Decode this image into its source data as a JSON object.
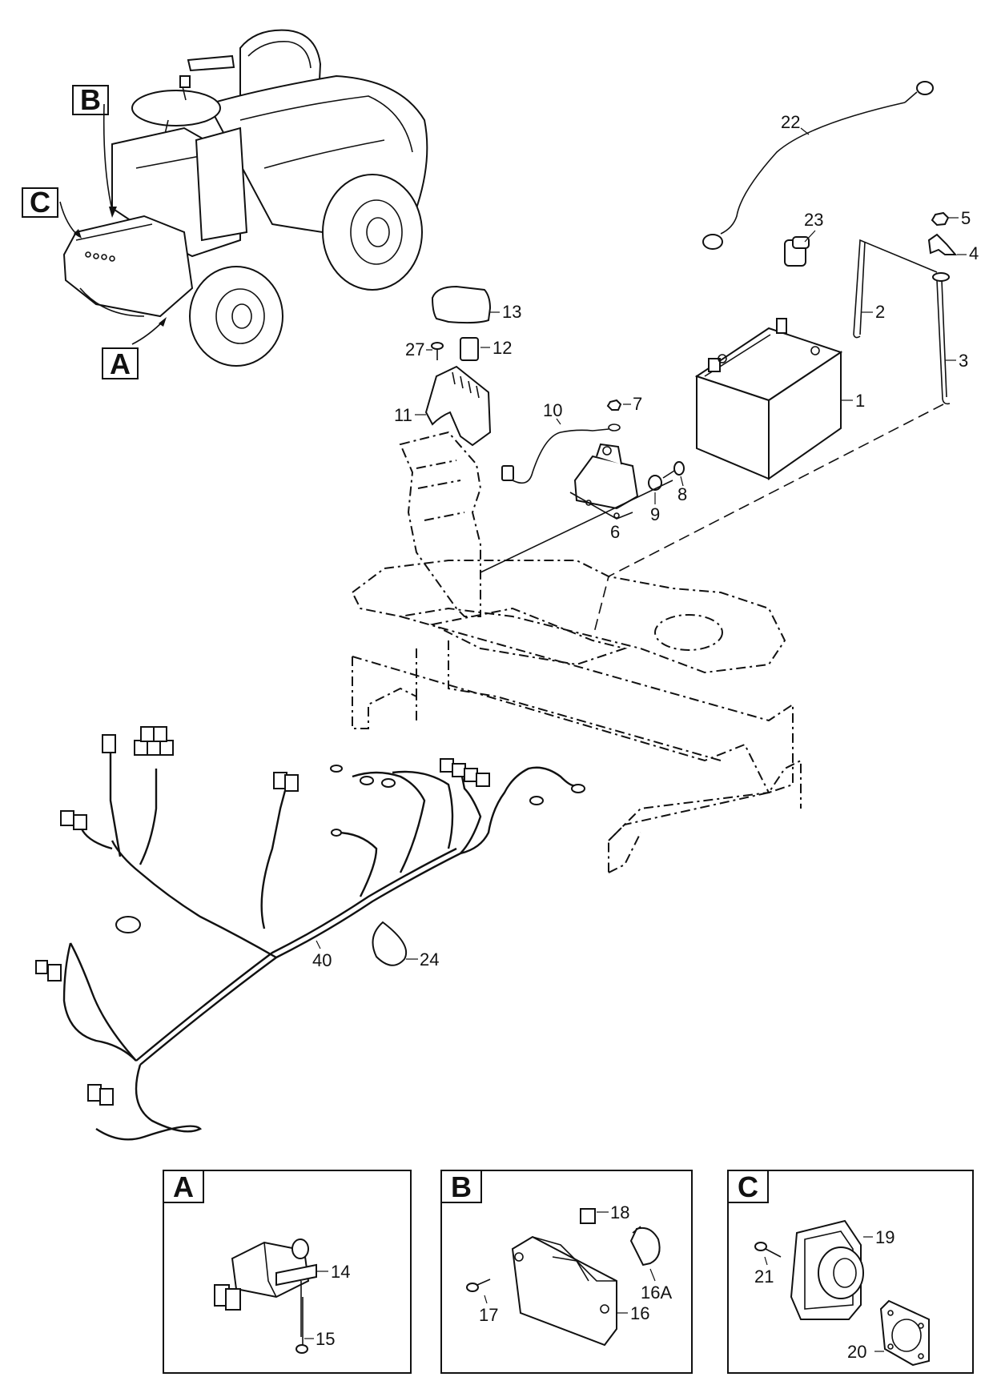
{
  "callouts": [
    "A",
    "B",
    "C"
  ],
  "part_labels": {
    "p1": "1",
    "p2": "2",
    "p3": "3",
    "p4": "4",
    "p5": "5",
    "p6": "6",
    "p7": "7",
    "p8": "8",
    "p9": "9",
    "p10": "10",
    "p11": "11",
    "p12": "12",
    "p13": "13",
    "p14": "14",
    "p15": "15",
    "p16": "16",
    "p16a": "16A",
    "p17": "17",
    "p18": "18",
    "p19": "19",
    "p20": "20",
    "p21": "21",
    "p22": "22",
    "p23": "23",
    "p24": "24",
    "p27": "27",
    "p40": "40"
  },
  "detail_panels": [
    "A",
    "B",
    "C"
  ]
}
